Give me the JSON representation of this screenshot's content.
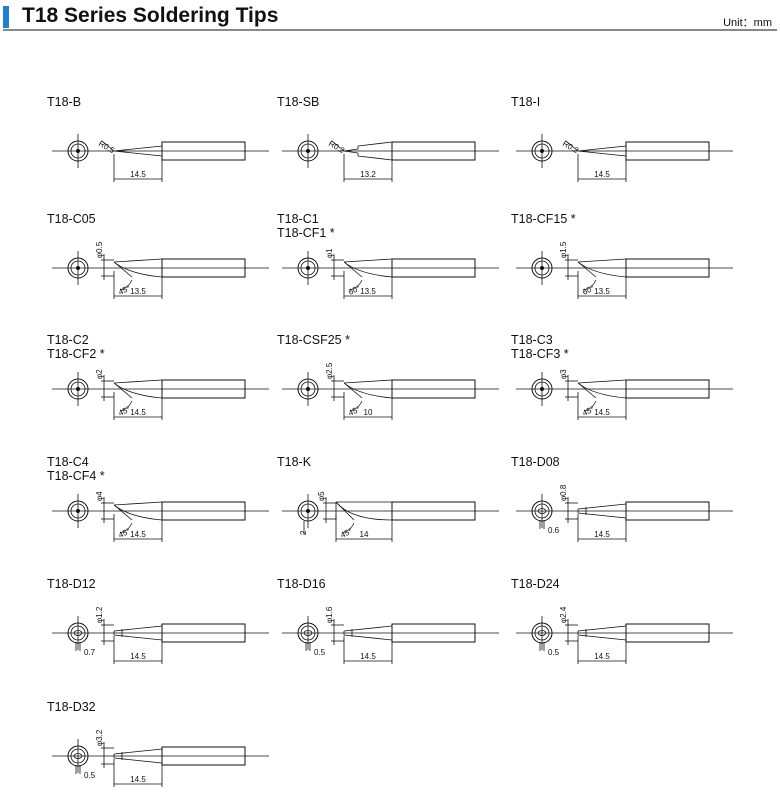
{
  "header": {
    "title": "T18 Series Soldering Tips",
    "unit": "Unit：mm",
    "accent": "#1f7fd0"
  },
  "tips": [
    {
      "names": [
        "T18-B"
      ],
      "type": "conical",
      "tip_label": "R0.5",
      "length": "14.5"
    },
    {
      "names": [
        "T18-SB"
      ],
      "type": "conical-step",
      "tip_label": "R0.2",
      "length": "13.2"
    },
    {
      "names": [
        "T18-I"
      ],
      "type": "conical",
      "tip_label": "R0.2",
      "length": "14.5"
    },
    {
      "names": [
        "T18-C05"
      ],
      "type": "bevel",
      "tip_label": "φ0.5",
      "angle": "45°",
      "length": "13.5"
    },
    {
      "names": [
        "T18-C1",
        "T18-CF1 *"
      ],
      "type": "bevel",
      "tip_label": "φ1",
      "angle": "60°",
      "length": "13.5"
    },
    {
      "names": [
        "T18-CF15 *"
      ],
      "type": "bevel",
      "tip_label": "φ1.5",
      "angle": "60°",
      "length": "13.5"
    },
    {
      "names": [
        "T18-C2",
        "T18-CF2 *"
      ],
      "type": "bevel",
      "tip_label": "φ2",
      "angle": "45°",
      "length": "14.5"
    },
    {
      "names": [
        "T18-CSF25 *"
      ],
      "type": "bevel",
      "tip_label": "φ2.5",
      "angle": "45°",
      "length": "10"
    },
    {
      "names": [
        "T18-C3",
        "T18-CF3 *"
      ],
      "type": "bevel",
      "tip_label": "φ3",
      "angle": "45°",
      "length": "14.5"
    },
    {
      "names": [
        "T18-C4",
        "T18-CF4 *"
      ],
      "type": "bevel",
      "tip_label": "φ4",
      "angle": "45°",
      "length": "14.5"
    },
    {
      "names": [
        "T18-K"
      ],
      "type": "knife",
      "tip_label": "φ5",
      "angle": "45°",
      "length": "14",
      "width": "2"
    },
    {
      "names": [
        "T18-D08"
      ],
      "type": "chisel",
      "tip_label": "φ0.8",
      "length": "14.5",
      "width": "0.6"
    },
    {
      "names": [
        "T18-D12"
      ],
      "type": "chisel",
      "tip_label": "φ1.2",
      "length": "14.5",
      "width": "0.7"
    },
    {
      "names": [
        "T18-D16"
      ],
      "type": "chisel",
      "tip_label": "φ1.6",
      "length": "14.5",
      "width": "0.5"
    },
    {
      "names": [
        "T18-D24"
      ],
      "type": "chisel",
      "tip_label": "φ2.4",
      "length": "14.5",
      "width": "0.5"
    },
    {
      "names": [
        "T18-D32"
      ],
      "type": "chisel",
      "tip_label": "φ3.2",
      "length": "14.5",
      "width": "0.5"
    }
  ]
}
